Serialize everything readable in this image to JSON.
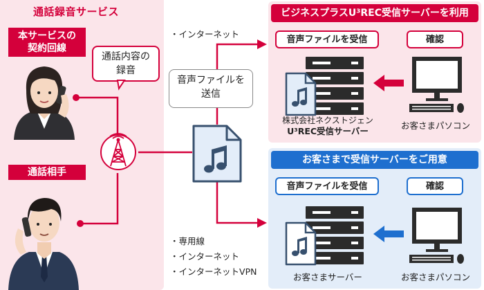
{
  "left": {
    "title": "通話録音サービス",
    "subscriber_label_line1": "本サービスの",
    "subscriber_label_line2": "契約回線",
    "record_bubble_line1": "通話内容の",
    "record_bubble_line2": "録音",
    "partner_label": "通話相手"
  },
  "center": {
    "send_bubble_line1": "音声ファイルを",
    "send_bubble_line2": "送信",
    "top_network": [
      "インターネット"
    ],
    "bottom_networks": [
      "専用線",
      "インターネット",
      "インターネットVPN"
    ]
  },
  "top_panel": {
    "header": "ビジネスプラスU³REC受信サーバーを利用",
    "receive_label": "音声ファイルを受信",
    "confirm_label": "確認",
    "server_caption_line1": "株式会社ネクストジェン",
    "server_caption_line2": "U³REC受信サーバー",
    "pc_caption": "お客さまパソコン"
  },
  "bottom_panel": {
    "header": "お客さまで受信サーバーをご用意",
    "receive_label": "音声ファイルを受信",
    "confirm_label": "確認",
    "server_caption": "お客さまサーバー",
    "pc_caption": "お客さまパソコン"
  },
  "colors": {
    "red": "#d4003b",
    "pink_bg": "#fbe5ea",
    "blue": "#1e6fcf",
    "blue_bg": "#e3edf9",
    "dark": "#2b2b2b",
    "file_fill": "#e3edf9",
    "file_stroke": "#37506e"
  }
}
